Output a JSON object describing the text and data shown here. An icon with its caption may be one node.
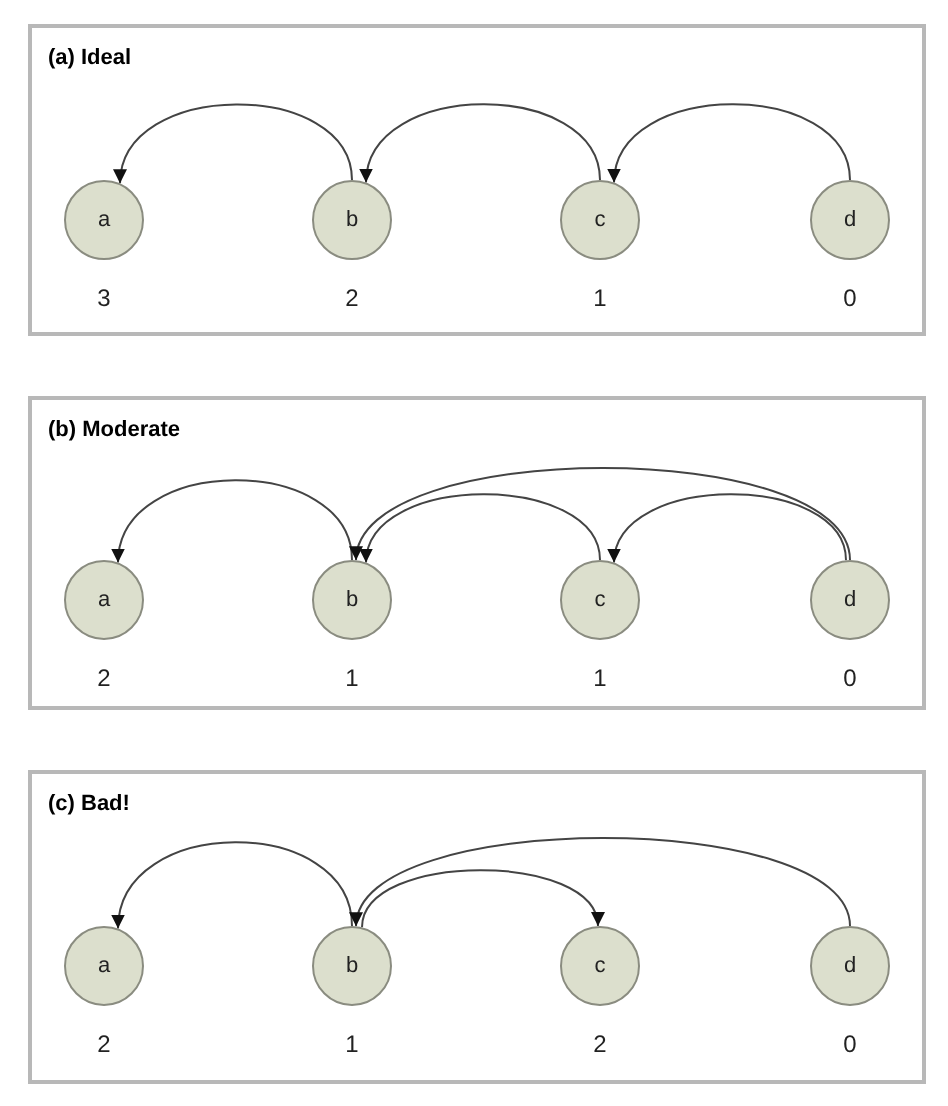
{
  "diagram": {
    "nodes": [
      {
        "text": [
          "(a) Ideal"
        ]
      },
      {
        "text": [
          "a"
        ],
        "in": 0,
        "beside": [
          "3"
        ]
      },
      {
        "text": [
          "b"
        ],
        "in": 0,
        "beside": [
          "2"
        ]
      },
      {
        "text": [
          "c"
        ],
        "in": 0,
        "beside": [
          "1"
        ]
      },
      {
        "text": [
          "d"
        ],
        "in": 0,
        "beside": [
          "0"
        ]
      },
      {
        "text": [
          "(b) Moderate"
        ]
      },
      {
        "text": [
          "a"
        ],
        "in": 5,
        "beside": [
          "2"
        ]
      },
      {
        "text": [
          "b"
        ],
        "in": 5,
        "beside": [
          "1"
        ]
      },
      {
        "text": [
          "c"
        ],
        "in": 5,
        "beside": [
          "1"
        ]
      },
      {
        "text": [
          "d"
        ],
        "in": 5,
        "beside": [
          "0"
        ]
      },
      {
        "text": [
          "(c) Bad!"
        ]
      },
      {
        "text": [
          "a"
        ],
        "in": 10,
        "beside": [
          "2"
        ]
      },
      {
        "text": [
          "b"
        ],
        "in": 10,
        "beside": [
          "1"
        ]
      },
      {
        "text": [
          "c"
        ],
        "in": 10,
        "beside": [
          "2"
        ]
      },
      {
        "text": [
          "d"
        ],
        "in": 10,
        "beside": [
          "0"
        ]
      }
    ],
    "edges": [
      {
        "from": 2,
        "to": 1,
        "arrow": "to"
      },
      {
        "from": 3,
        "to": 2,
        "arrow": "to"
      },
      {
        "from": 4,
        "to": 3,
        "arrow": "to"
      },
      {
        "from": 7,
        "to": 6,
        "arrow": "to"
      },
      {
        "from": 8,
        "to": 7,
        "arrow": "to"
      },
      {
        "from": 9,
        "to": 7,
        "arrow": "to"
      },
      {
        "from": 9,
        "to": 8,
        "arrow": "to"
      },
      {
        "from": 12,
        "to": 11,
        "arrow": "to"
      },
      {
        "from": 12,
        "to": 13,
        "arrow": "to"
      },
      {
        "from": 14,
        "to": 12,
        "arrow": "to"
      }
    ]
  }
}
